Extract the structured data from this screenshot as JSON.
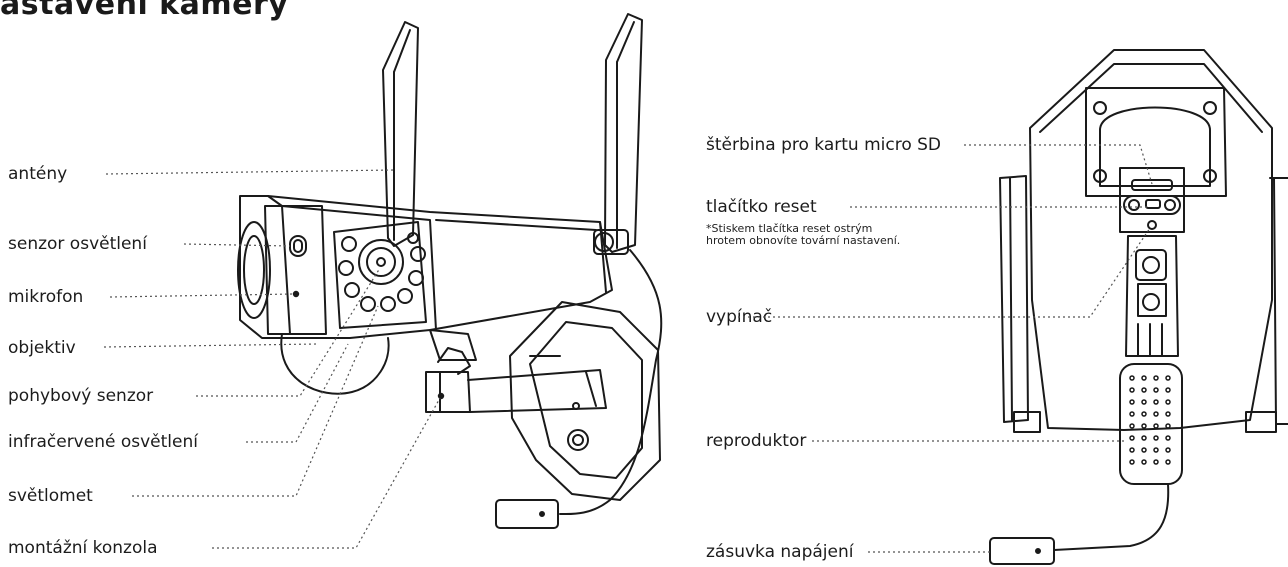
{
  "title": "astavení kamery",
  "front_labels": {
    "antennas": "antény",
    "light_sensor": "senzor osvětlení",
    "microphone": "mikrofon",
    "lens": "objektiv",
    "motion_sensor": "pohybový senzor",
    "ir_light": "infračervené osvětlení",
    "spotlight": "světlomet",
    "mount_bracket": "montážní konzola"
  },
  "back_labels": {
    "sd_slot": "štěrbina pro kartu micro SD",
    "reset_button": "tlačítko reset",
    "reset_note_line1": "*Stiskem tlačítka reset ostrým",
    "reset_note_line2": "hrotem obnovíte tovární nastavení.",
    "power_switch": "vypínač",
    "speaker": "reproduktor",
    "power_socket": "zásuvka napájení"
  }
}
